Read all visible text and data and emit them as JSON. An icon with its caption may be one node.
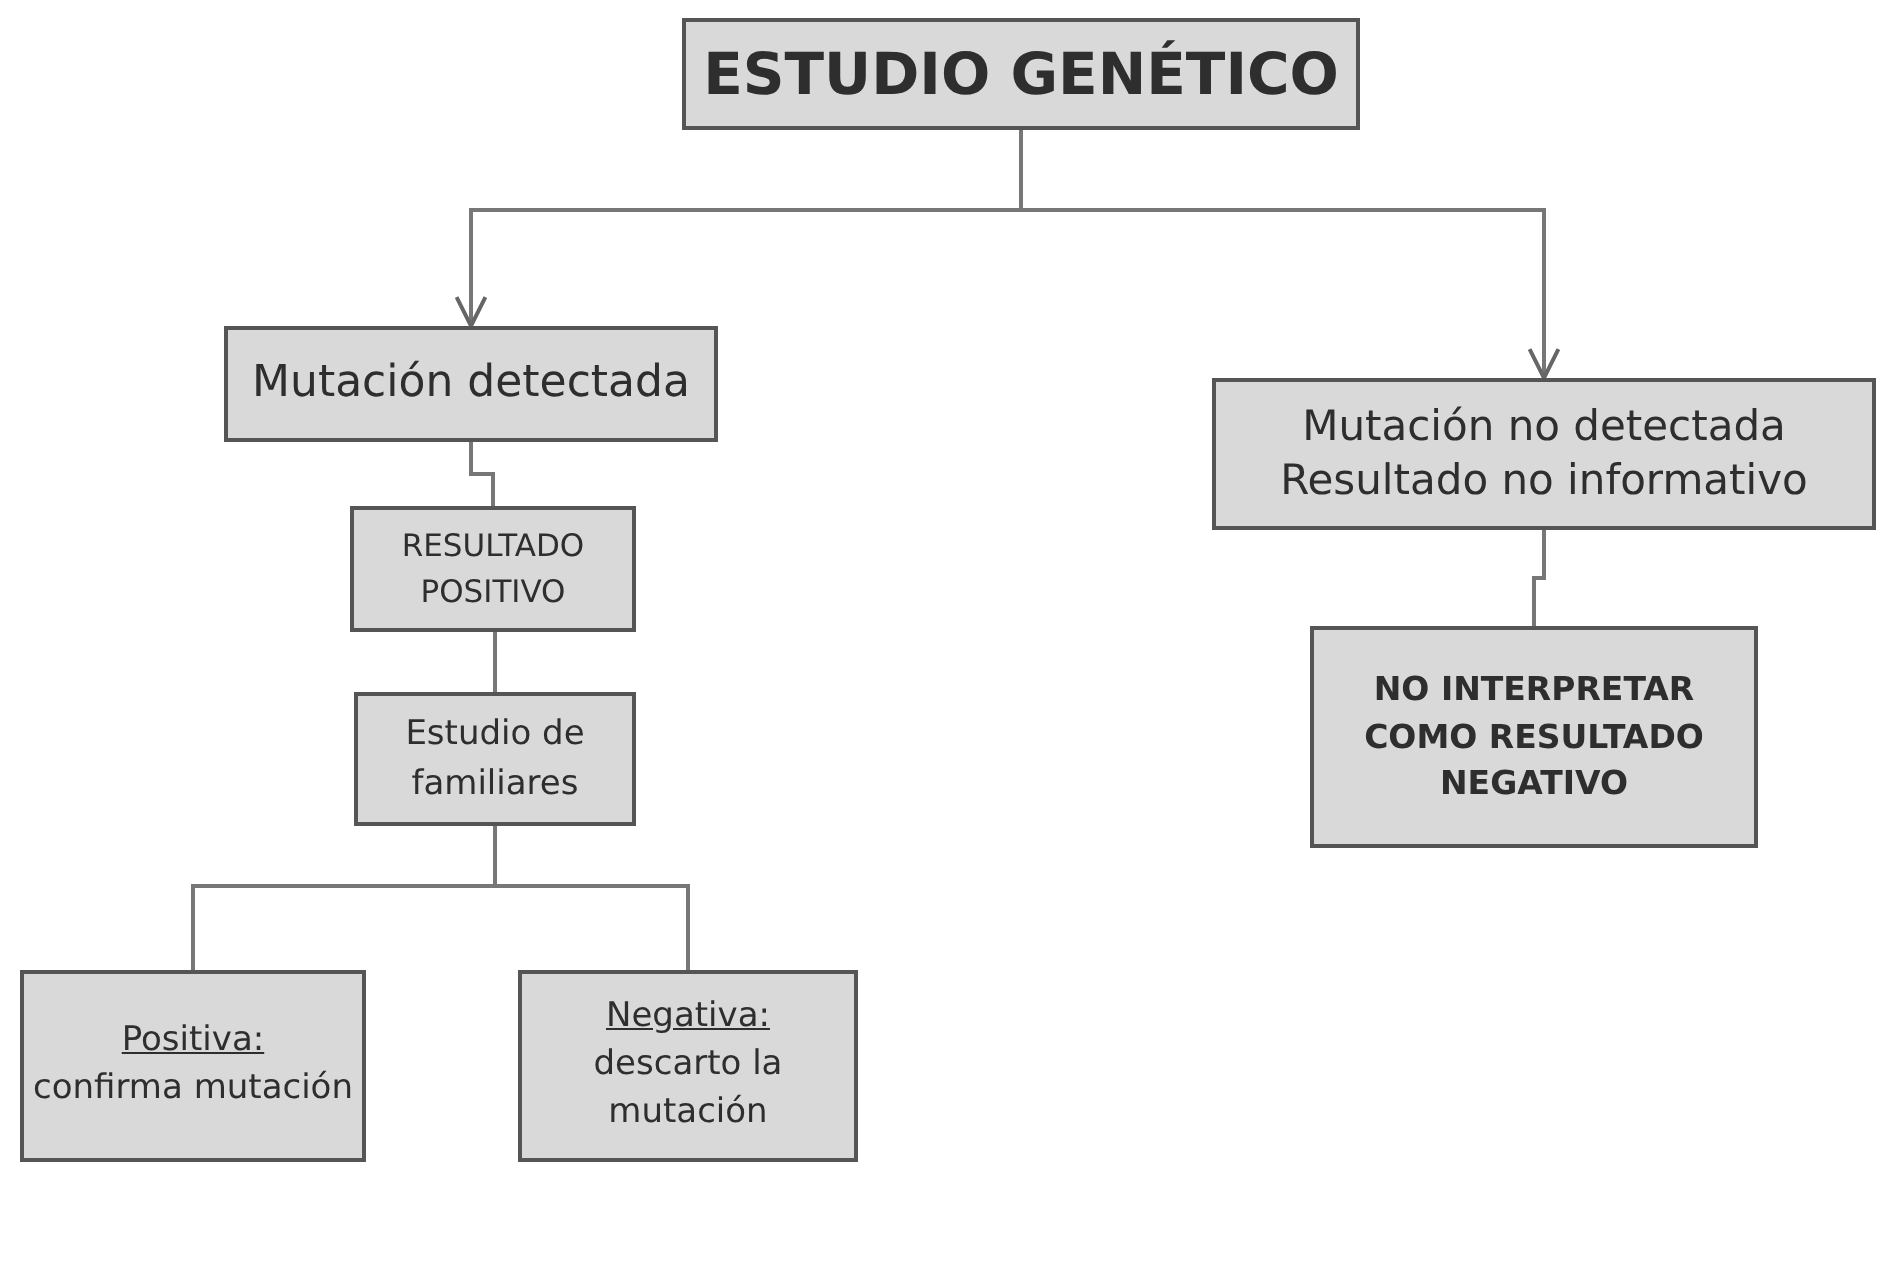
{
  "diagram": {
    "nodes": [
      {
        "text": [
          "ESTUDIO GENÉTICO"
        ]
      },
      {
        "text": [
          "Mutación detectada"
        ]
      },
      {
        "text": [
          "Mutación no detectada",
          "Resultado no informativo"
        ]
      },
      {
        "text": [
          "RESULTADO POSITIVO"
        ]
      },
      {
        "text": [
          "Estudio de familiares"
        ]
      },
      {
        "text": [
          "Positiva:",
          "confirma mutación"
        ]
      },
      {
        "text": [
          "Negativa:",
          "descarto la mutación"
        ]
      },
      {
        "text": [
          "NO INTERPRETAR COMO RESULTADO NEGATIVO"
        ]
      }
    ],
    "edges": [
      {
        "from": 0,
        "to": 1,
        "arrow": "to"
      },
      {
        "from": 0,
        "to": 2,
        "arrow": "to"
      },
      {
        "from": 1,
        "to": 3,
        "arrow": "none"
      },
      {
        "from": 3,
        "to": 4,
        "arrow": "none"
      },
      {
        "from": 4,
        "to": 5,
        "arrow": "none"
      },
      {
        "from": 4,
        "to": 6,
        "arrow": "none"
      },
      {
        "from": 2,
        "to": 7,
        "arrow": "none"
      }
    ]
  }
}
